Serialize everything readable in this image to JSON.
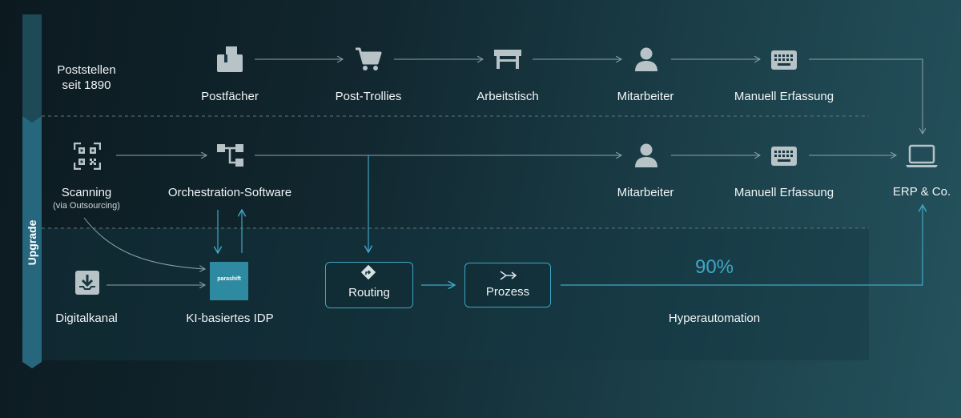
{
  "colors": {
    "accent": "#3fa7c3",
    "line": "#8fa2aa",
    "side_bar": "#1f5c72"
  },
  "side_label": "Upgrade",
  "row1": {
    "title": "Poststellen\nseit 1890",
    "steps": [
      "Postfächer",
      "Post-Trollies",
      "Arbeitstisch",
      "Mitarbeiter",
      "Manuell Erfassung"
    ],
    "icons": [
      "mailbox-icon",
      "cart-icon",
      "table-icon",
      "person-icon",
      "keyboard-icon"
    ]
  },
  "row2": {
    "scanning": "Scanning",
    "scanning_sub": "(via Outsourcing)",
    "orchestration": "Orchestration-Software",
    "mitarbeiter": "Mitarbeiter",
    "erfassung": "Manuell Erfassung",
    "erp": "ERP & Co."
  },
  "row3": {
    "digital": "Digitalkanal",
    "idp": "KI-basiertes IDP",
    "idp_logo": "parashift",
    "routing": "Routing",
    "prozess": "Prozess",
    "percent": "90%",
    "hyper": "Hyperautomation"
  }
}
